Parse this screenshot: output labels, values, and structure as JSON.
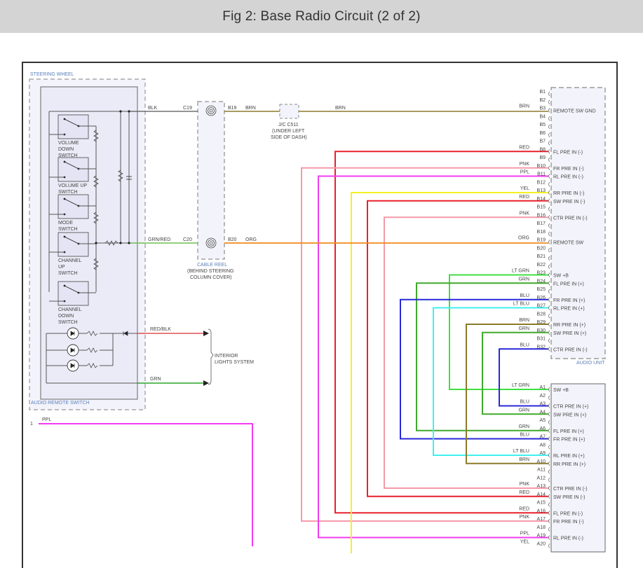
{
  "title": "Fig 2: Base Radio Circuit (2 of 2)",
  "labels": {
    "steering_wheel": "STEERING WHEEL",
    "audio_remote_switch": "AUDIO REMOTE SWITCH",
    "audio_unit": "AUDIO UNIT",
    "cable_reel": [
      "CABLE REEL",
      "(BEHIND STEERING",
      "COLUMN COVER)"
    ],
    "jc": [
      "J/C C511",
      "(UNDER LEFT",
      "SIDE OF DASH)"
    ],
    "interior_lights": [
      "INTERIOR",
      "LIGHTS SYSTEM"
    ],
    "pin1": "1",
    "ppl_left": "PPL"
  },
  "switches": [
    {
      "name": "volume-down-switch",
      "label": [
        "VOLUME",
        "DOWN",
        "SWITCH"
      ]
    },
    {
      "name": "volume-up-switch",
      "label": [
        "VOLUME UP",
        "SWITCH"
      ]
    },
    {
      "name": "mode-switch",
      "label": [
        "MODE",
        "SWITCH"
      ]
    },
    {
      "name": "channel-up-switch",
      "label": [
        "CHANNEL",
        "UP",
        "SWITCH"
      ]
    },
    {
      "name": "channel-down-switch",
      "label": [
        "CHANNEL",
        "DOWN",
        "SWITCH"
      ]
    }
  ],
  "left_wires": [
    {
      "color_name": "BLK",
      "connector": "C19",
      "out_pin": "B19",
      "out_color": "BRN",
      "hex": "#555555",
      "out_hex": "#8b7a2b"
    },
    {
      "color_name": "GRN/RED",
      "connector": "C20",
      "out_pin": "B20",
      "out_color": "ORG",
      "hex": "#6bbf4e",
      "out_hex": "#f08a1c"
    },
    {
      "color_name": "RED/BLK",
      "hex": "#e05050"
    },
    {
      "color_name": "GRN",
      "hex": "#2aa52a"
    }
  ],
  "jc_out_color": "BRN",
  "connector_b": {
    "pins": [
      "B1",
      "B2",
      "B3",
      "B4",
      "B5",
      "B6",
      "B7",
      "B8",
      "B9",
      "B10",
      "B11",
      "B12",
      "B13",
      "B14",
      "B15",
      "B16",
      "B17",
      "B18",
      "B19",
      "B20",
      "B21",
      "B22",
      "B23",
      "B24",
      "B25",
      "B26",
      "B27",
      "B28",
      "B29",
      "B30",
      "B31",
      "B32"
    ],
    "wires": {
      "B3": "BRN",
      "B8": "RED",
      "B10": "PNK",
      "B11": "PPL",
      "B13": "YEL",
      "B14": "RED",
      "B16": "PNK",
      "B19": "ORG",
      "B23": "LT GRN",
      "B24": "GRN",
      "B26": "BLU",
      "B27": "LT BLU",
      "B29": "BRN",
      "B30": "GRN",
      "B32": "BLU"
    },
    "functions": {
      "B3": "REMOTE SW GND",
      "B8": "FL PRE IN (-)",
      "B10": "FR PRE IN (-)",
      "B11": "RL PRE IN (-)",
      "B13": "RR PRE IN (-)",
      "B14": "SW PRE IN (-)",
      "B16": "CTR PRE IN (-)",
      "B19": "REMOTE SW",
      "B23": "SW +B",
      "B24": "FL PRE IN (+)",
      "B26": "FR PRE IN (+)",
      "B27": "RL PRE IN (+)",
      "B29": "RR PRE IN (+)",
      "B30": "SW PRE IN (+)",
      "B32": "CTR PRE IN (-)"
    }
  },
  "connector_a": {
    "pins": [
      "A1",
      "A2",
      "A3",
      "A4",
      "A5",
      "A6",
      "A7",
      "A8",
      "A9",
      "A10",
      "A11",
      "A12",
      "A13",
      "A14",
      "A15",
      "A16",
      "A17",
      "A18",
      "A19",
      "A20"
    ],
    "wires": {
      "A1": "LT GRN",
      "A3": "BLU",
      "A4": "GRN",
      "A6": "GRN",
      "A7": "BLU",
      "A9": "LT BLU",
      "A10": "BRN",
      "A13": "PNK",
      "A14": "RED",
      "A16": "RED",
      "A17": "PNK",
      "A19": "PPL",
      "A20": "YEL"
    },
    "functions": {
      "A1": "SW +B",
      "A3": "CTR PRE IN (+)",
      "A4": "SW PRE IN (+)",
      "A6": "FL PRE IN (+)",
      "A7": "FR PRE IN (+)",
      "A9": "RL PRE IN (+)",
      "A10": "RR PRE IN (+)",
      "A13": "CTR PRE IN (-)",
      "A14": "SW PRE IN (-)",
      "A16": "FL PRE IN (-)",
      "A17": "FR PRE IN (-)",
      "A19": "RL PRE IN (-)"
    }
  },
  "wire_colors": {
    "BRN": "#8b7a2b",
    "RED": "#e8202a",
    "PNK": "#f59aaa",
    "PPL": "#f23cf0",
    "YEL": "#f5f020",
    "ORG": "#f08a1c",
    "LT GRN": "#3fe03f",
    "GRN": "#3faa2a",
    "BLU": "#2828d8",
    "LT BLU": "#3ff0f0",
    "BLK": "#555555"
  },
  "routes": [
    {
      "from": "B8",
      "to": "A16",
      "color": "RED"
    },
    {
      "from": "B10",
      "to": "A17",
      "color": "PNK"
    },
    {
      "from": "B11",
      "to": "A19",
      "color": "PPL"
    },
    {
      "from": "B13",
      "to": "A20",
      "color": "YEL"
    },
    {
      "from": "B14",
      "to": "A14",
      "color": "RED"
    },
    {
      "from": "B16",
      "to": "A13",
      "color": "PNK"
    },
    {
      "from": "B23",
      "to": "A1",
      "color": "LT GRN"
    },
    {
      "from": "B24",
      "to": "A6",
      "color": "GRN"
    },
    {
      "from": "B26",
      "to": "A7",
      "color": "BLU"
    },
    {
      "from": "B27",
      "to": "A9",
      "color": "LT BLU"
    },
    {
      "from": "B29",
      "to": "A10",
      "color": "BRN"
    },
    {
      "from": "B30",
      "to": "A4",
      "color": "GRN"
    },
    {
      "from": "B32",
      "to": "A3",
      "color": "BLU"
    }
  ]
}
